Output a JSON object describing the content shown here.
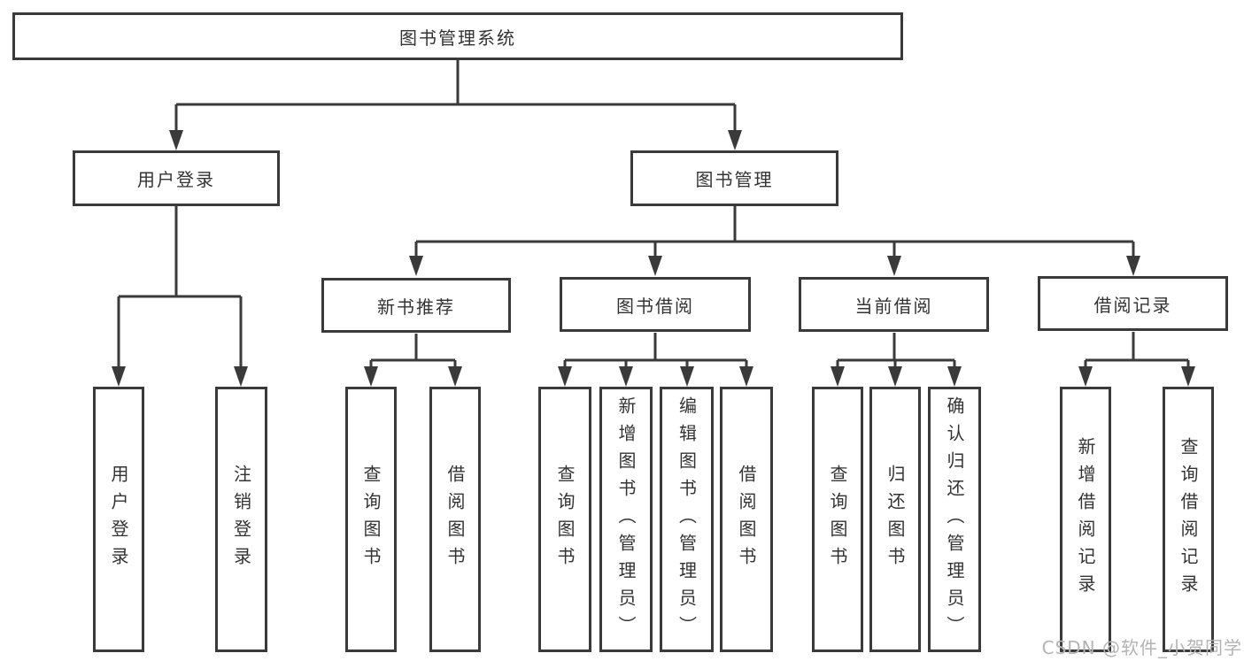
{
  "diagram": {
    "root": {
      "label": "图书管理系统"
    },
    "branches": [
      {
        "label": "用户登录",
        "children": [
          {
            "label": "用户登录"
          },
          {
            "label": "注销登录"
          }
        ]
      },
      {
        "label": "图书管理",
        "children": [
          {
            "label": "新书推荐",
            "children": [
              {
                "label": "查询图书"
              },
              {
                "label": "借阅图书"
              }
            ]
          },
          {
            "label": "图书借阅",
            "children": [
              {
                "label": "查询图书"
              },
              {
                "label": "新增图书（管理员）"
              },
              {
                "label": "编辑图书（管理员）"
              },
              {
                "label": "借阅图书"
              }
            ]
          },
          {
            "label": "当前借阅",
            "children": [
              {
                "label": "查询图书"
              },
              {
                "label": "归还图书"
              },
              {
                "label": "确认归还（管理员）"
              }
            ]
          },
          {
            "label": "借阅记录",
            "children": [
              {
                "label": "新增借阅记录"
              },
              {
                "label": "查询借阅记录"
              }
            ]
          }
        ]
      }
    ],
    "watermark": "CSDN @软件_小贺同学",
    "colors": {
      "line": "#3a3a3a",
      "text": "#333333",
      "background": "#ffffff",
      "watermark": "#b3b3b3"
    }
  }
}
